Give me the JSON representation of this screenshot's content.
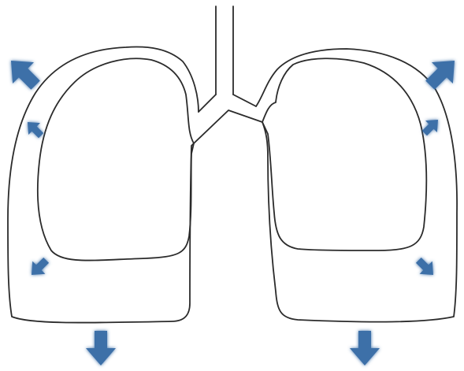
{
  "colors": {
    "outline": "#2b2b2b",
    "arrow": "#3d6fa8",
    "arrow_glow": "#9fb9d8",
    "background": "#ffffff"
  },
  "icons": {
    "trachea": "trachea-outline",
    "bronchi": "bronchi-outline",
    "left_lung_outer": "pleura-outline",
    "left_lung_inner": "lung-outline",
    "right_lung_outer": "pleura-outline",
    "right_lung_inner": "lung-outline",
    "expansion_arrows": "arrow-icon"
  }
}
